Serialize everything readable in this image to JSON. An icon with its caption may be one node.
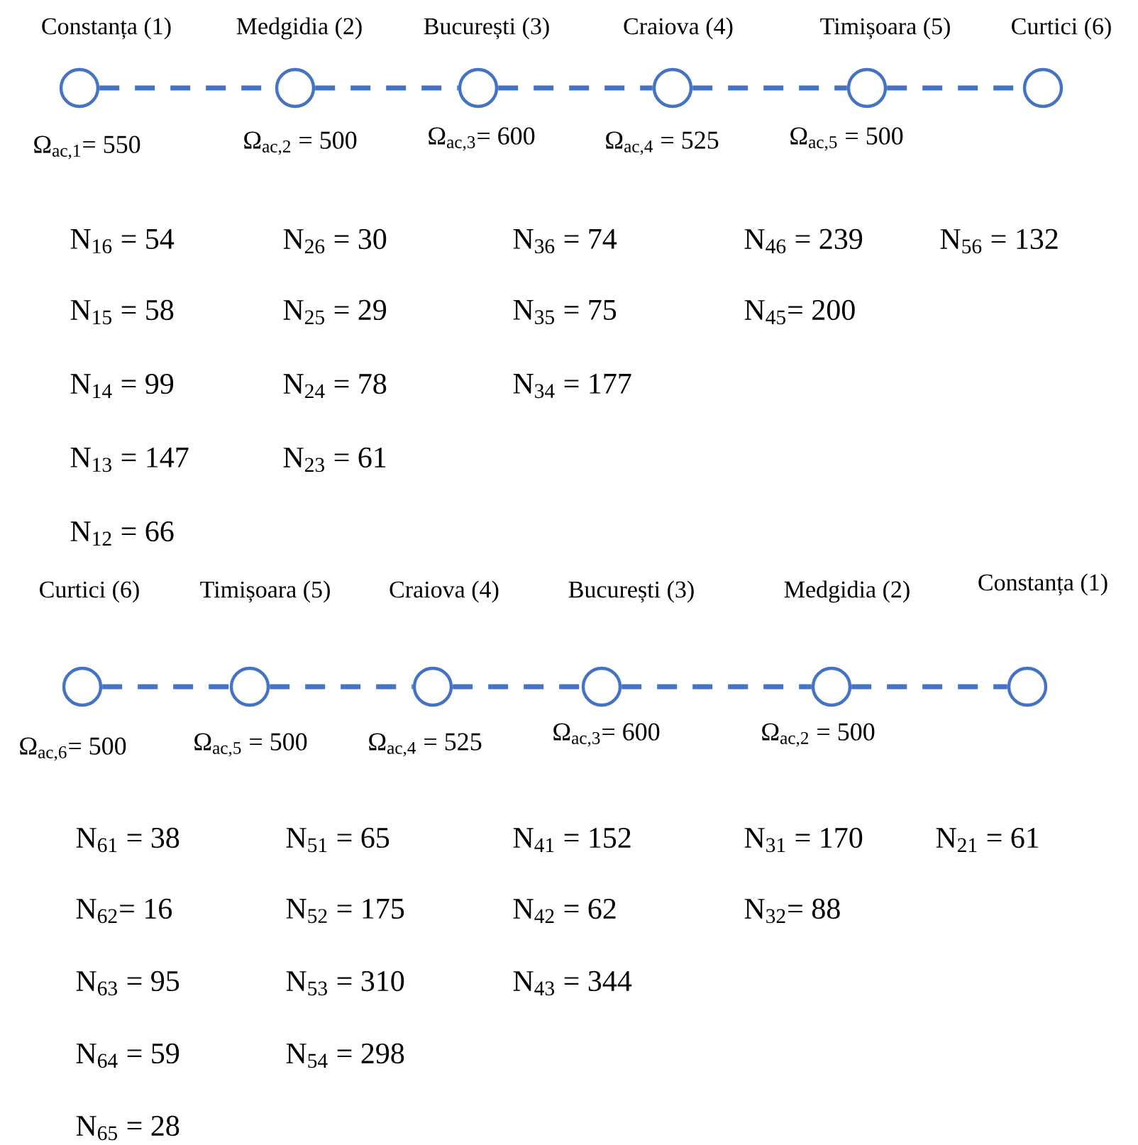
{
  "diagram": {
    "nodes": [
      {
        "text": [
          "Constanța (1)"
        ],
        "beside": [
          "Ω$_{ac,1}$= 550"
        ]
      },
      {
        "text": [
          "Medgidia (2)"
        ],
        "beside": [
          "Ω$_{ac,2}$ = 500"
        ]
      },
      {
        "text": [
          "București (3)"
        ],
        "beside": [
          "Ω$_{ac,3}$= 600"
        ]
      },
      {
        "text": [
          "Craiova (4)"
        ],
        "beside": [
          "Ω$_{ac,4}$ = 525"
        ]
      },
      {
        "text": [
          "Timișoara (5)"
        ],
        "beside": [
          "Ω$_{ac,5}$ = 500"
        ]
      },
      {
        "text": [
          "Curtici (6)"
        ]
      },
      {
        "text": [
          "Curtici (6)"
        ],
        "beside": [
          "Ω$_{ac,6}$= 500"
        ]
      },
      {
        "text": [
          "Timișoara (5)"
        ],
        "beside": [
          "Ω$_{ac,5}$ = 500"
        ]
      },
      {
        "text": [
          "Craiova (4)"
        ],
        "beside": [
          "Ω$_{ac,4}$ = 525"
        ]
      },
      {
        "text": [
          "București (3)"
        ],
        "beside": [
          "Ω$_{ac,3}$= 600"
        ]
      },
      {
        "text": [
          "Medgidia (2)"
        ],
        "beside": [
          "Ω$_{ac,2}$ = 500"
        ]
      },
      {
        "text": [
          "Constanța (1)"
        ]
      }
    ],
    "edges": [
      {
        "from": 0,
        "to": 1,
        "arrow": "none",
        "style": "dashed"
      },
      {
        "from": 1,
        "to": 2,
        "arrow": "none",
        "style": "dashed"
      },
      {
        "from": 2,
        "to": 3,
        "arrow": "none",
        "style": "dashed"
      },
      {
        "from": 3,
        "to": 4,
        "arrow": "none",
        "style": "dashed"
      },
      {
        "from": 4,
        "to": 5,
        "arrow": "none",
        "style": "dashed"
      },
      {
        "from": 6,
        "to": 7,
        "arrow": "none",
        "style": "dashed"
      },
      {
        "from": 7,
        "to": 8,
        "arrow": "none",
        "style": "dashed"
      },
      {
        "from": 8,
        "to": 9,
        "arrow": "none",
        "style": "dashed"
      },
      {
        "from": 9,
        "to": 10,
        "arrow": "none",
        "style": "dashed"
      },
      {
        "from": 10,
        "to": 11,
        "arrow": "none",
        "style": "dashed"
      }
    ],
    "labels": [
      "N$_{16}$ = 54",
      "N$_{26}$ = 30",
      "N$_{36}$ = 74",
      "N$_{46}$ = 239",
      "N$_{56}$ = 132",
      "N$_{15}$ = 58",
      "N$_{25}$ = 29",
      "N$_{35}$ = 75",
      "N$_{45}$= 200",
      "N$_{14}$ = 99",
      "N$_{24}$ = 78",
      "N$_{34}$ = 177",
      "N$_{13}$ = 147",
      "N$_{23}$ = 61",
      "N$_{12}$ = 66",
      "N$_{61}$ = 38",
      "N$_{51}$ = 65",
      "N$_{41}$ = 152",
      "N$_{31}$ = 170",
      "N$_{21}$ = 61",
      "N$_{62}$= 16",
      "N$_{52}$ = 175",
      "N$_{42}$ = 62",
      "N$_{32}$= 88",
      "N$_{63}$ = 95",
      "N$_{53}$ = 310",
      "N$_{43}$ = 344",
      "N$_{64}$ = 59",
      "N$_{54}$ = 298",
      "N$_{65}$ = 28"
    ]
  }
}
